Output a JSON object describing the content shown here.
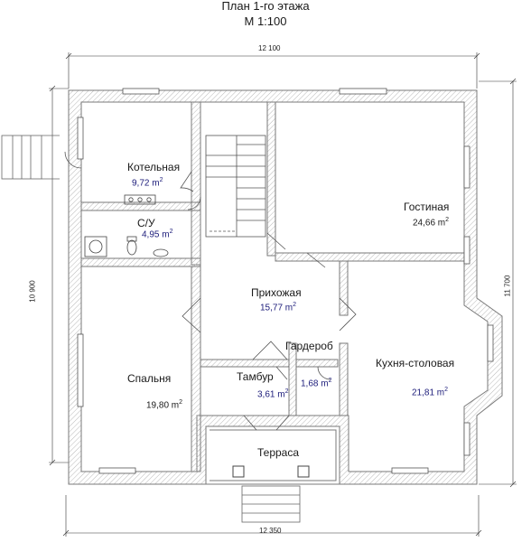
{
  "title": {
    "line1": "План 1-го этажа",
    "line2": "М 1:100"
  },
  "dimensions": {
    "top": "12 100",
    "bottom": "12 350",
    "left": "10 900",
    "right": "11 700"
  },
  "rooms": {
    "boiler": {
      "name": "Котельная",
      "area": "9,72 m",
      "sup": "2"
    },
    "bathroom": {
      "name": "С/У",
      "area": "4,95 m",
      "sup": "2"
    },
    "living": {
      "name": "Гостиная",
      "area": "24,66 m",
      "sup": "2"
    },
    "hall": {
      "name": "Прихожая",
      "area": "15,77 m",
      "sup": "2"
    },
    "wardrobe": {
      "name": "Гардероб",
      "area": "1,68 m",
      "sup": "2"
    },
    "bedroom": {
      "name": "Спальня",
      "area": "19,80 m",
      "sup": "2"
    },
    "vestibule": {
      "name": "Тамбур",
      "area": "3,61 m",
      "sup": "2"
    },
    "kitchen": {
      "name": "Кухня-столовая",
      "area": "21,81 m",
      "sup": "2"
    },
    "terrace": {
      "name": "Терраса"
    }
  },
  "colors": {
    "wall": "#8a8a8a",
    "hatch": "#bdbdbd",
    "area_text": "#1c1c7a"
  }
}
